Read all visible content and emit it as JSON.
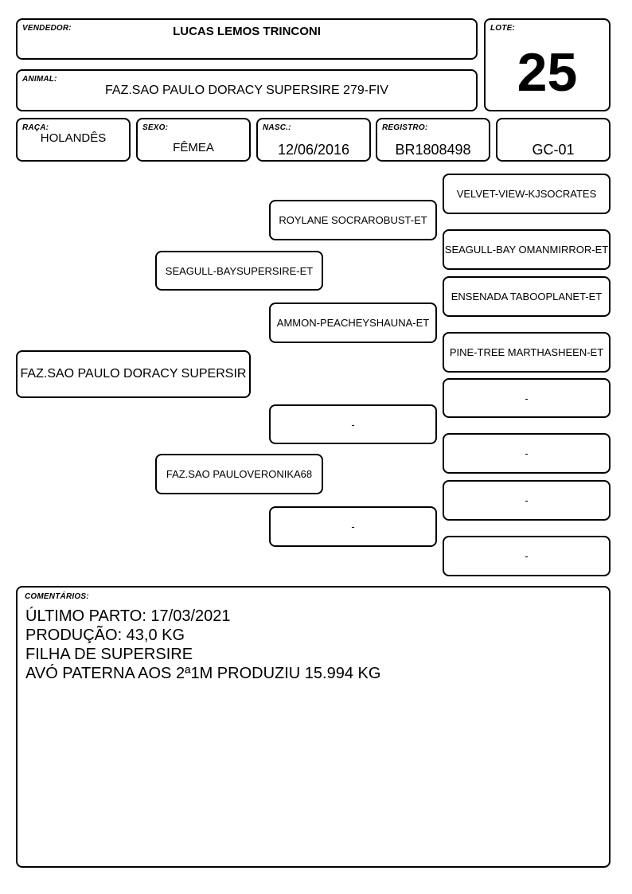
{
  "header": {
    "vendedor_label": "VENDEDOR:",
    "vendedor": "LUCAS LEMOS TRINCONI",
    "lote_label": "LOTE:",
    "lote": "25",
    "animal_label": "ANIMAL:",
    "animal": "FAZ.SAO PAULO DORACY SUPERSIRE 279-FIV"
  },
  "details": {
    "raca_label": "RAÇA:",
    "raca": "HOLANDÊS",
    "sexo_label": "SEXO:",
    "sexo": "FÊMEA",
    "nasc_label": "NASC.:",
    "nasc": "12/06/2016",
    "registro_label": "REGISTRO:",
    "registro": "BR1808498",
    "gc": "GC-01"
  },
  "pedigree": {
    "animal": "FAZ.SAO PAULO DORACY SUPERSIR",
    "sire": "SEAGULL-BAYSUPERSIRE-ET",
    "dam": "FAZ.SAO PAULOVERONIKA68",
    "sire_sire": "ROYLANE SOCRAROBUST-ET",
    "sire_dam": "AMMON-PEACHEYSHAUNA-ET",
    "dam_sire": "-",
    "dam_dam": "-",
    "ggp1": "VELVET-VIEW-KJSOCRATES",
    "ggp2": "SEAGULL-BAY OMANMIRROR-ET",
    "ggp3": "ENSENADA TABOOPLANET-ET",
    "ggp4": "PINE-TREE MARTHASHEEN-ET",
    "ggp5": "-",
    "ggp6": "-",
    "ggp7": "-",
    "ggp8": "-"
  },
  "comments": {
    "label": "COMENTÁRIOS:",
    "lines": [
      "ÚLTIMO PARTO: 17/03/2021",
      "PRODUÇÃO: 43,0 KG",
      "FILHA DE SUPERSIRE",
      "AVÓ PATERNA AOS 2ª1M PRODUZIU 15.994 KG"
    ]
  }
}
